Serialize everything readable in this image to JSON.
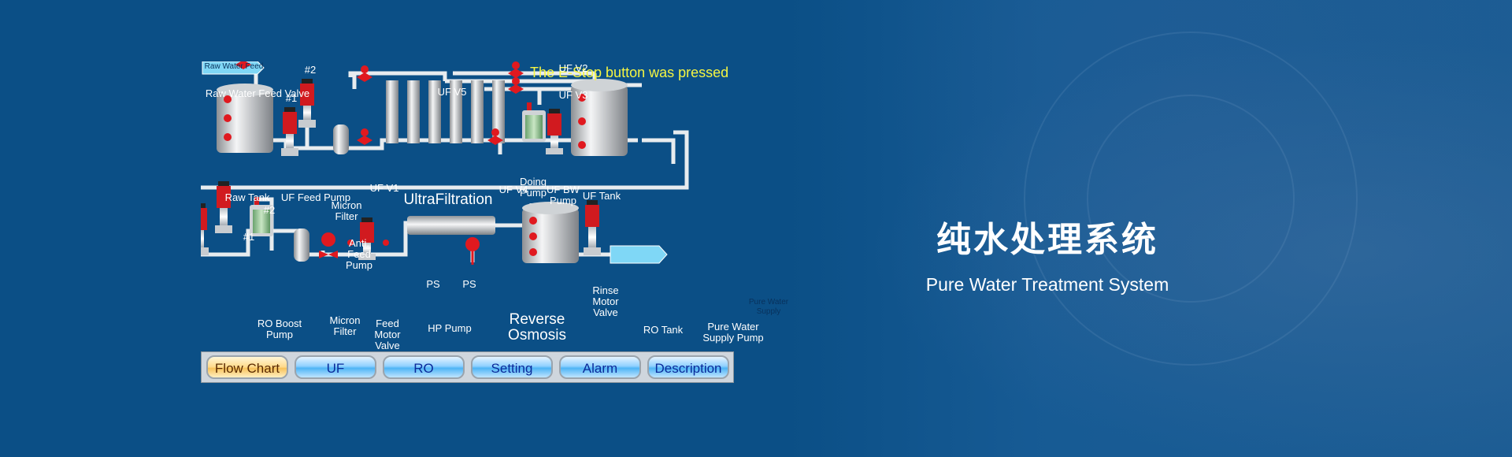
{
  "alarm_message": "The E-Stop button was pressed",
  "labels": {
    "raw_water_feed": "Raw Water Feed",
    "raw_water_feed_valve": "Raw Water Feed Valve",
    "raw_tank": "Raw Tank",
    "uf_feed_pump": "UF Feed Pump",
    "pump_no_1_top": "#1",
    "pump_no_2_top": "#2",
    "micron_filter_top": "Micron\nFilter",
    "uf_v1": "UF V1",
    "uf_v2": "UF V2",
    "uf_v3": "UF V3",
    "uf_v4": "UF V4",
    "uf_v5": "UF V5",
    "ultrafiltration": "UltraFiltration",
    "doing_pump": "Doing\nPump",
    "uf_bw_pump": "UF BW\nPump",
    "uf_tank": "UF Tank",
    "pump_no_1_bottom": "#1",
    "pump_no_2_bottom": "#2",
    "anti_feed_pump": "Anti.\nFeed\nPump",
    "ro_boost_pump": "RO Boost\nPump",
    "micron_filter_bottom": "Micron\nFilter",
    "feed_motor_valve": "Feed\nMotor\nValve",
    "ps_1": "PS",
    "ps_2": "PS",
    "hp_pump": "HP Pump",
    "reverse_osmosis": "Reverse\nOsmosis",
    "rinse_motor_valve": "Rinse\nMotor\nValve",
    "ro_tank": "RO Tank",
    "pure_water_supply_pump": "Pure Water\nSupply Pump",
    "pure_water_supply": "Pure Water\nSupply"
  },
  "nav": [
    {
      "label": "Flow Chart",
      "active": true
    },
    {
      "label": "UF",
      "active": false
    },
    {
      "label": "RO",
      "active": false
    },
    {
      "label": "Setting",
      "active": false
    },
    {
      "label": "Alarm",
      "active": false
    },
    {
      "label": "Description",
      "active": false
    }
  ],
  "hero": {
    "title_cn": "纯水处理系统",
    "title_en": "Pure Water Treatment System"
  },
  "colors": {
    "background": "#0b4f86",
    "alarm_text": "#f5f542",
    "valve": "#e0191f",
    "pipe": "#e8ecef"
  }
}
